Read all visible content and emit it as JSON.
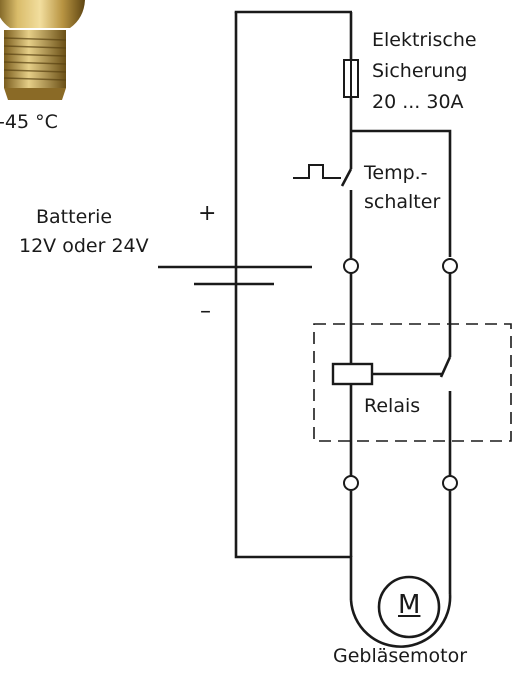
{
  "sensor_temp_label": "-45 °C",
  "fuse_label_line1": "Elektrische",
  "fuse_label_line2": "Sicherung",
  "fuse_label_line3": "20 ... 30A",
  "temp_switch_label_line1": "Temp.-",
  "temp_switch_label_line2": "schalter",
  "battery_label_line1": "Batterie",
  "battery_label_line2": "12V oder 24V",
  "battery_plus": "+",
  "battery_minus": "–",
  "relay_label": "Relais",
  "motor_symbol": "M",
  "motor_label": "Gebläsemotor",
  "colors": {
    "wire": "#1a1a1a",
    "brass": "#b8953e"
  }
}
